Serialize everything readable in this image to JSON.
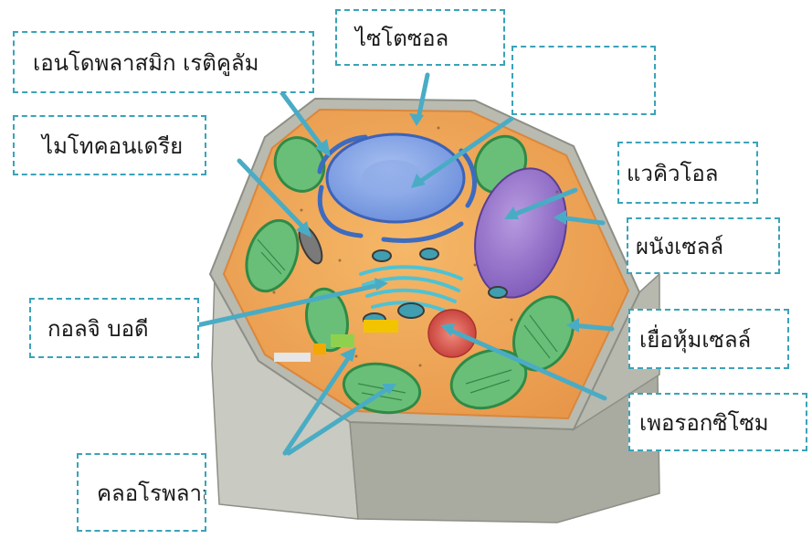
{
  "diagram": {
    "labels": {
      "smooth_er": "เอนโดพลาสมิก เรติคูลัม",
      "cytosol": "ไซโตซอล",
      "mitochondria": "ไมโทคอนเดรีย",
      "golgi": "กอลจิ บอดี",
      "chloroplast": "คลอโรพลาสต์",
      "vacuole": "แวคิวโอล",
      "cell_wall": "ผนังเซลล์",
      "cell_membrane": "เยื่อหุ้มเซลล์",
      "peroxisome": "เพอรอกซิโซม",
      "nucleus": ""
    },
    "colors": {
      "label_border": "#3aa3b8",
      "arrow": "#4aacc4",
      "cytoplasm": "#f0a955",
      "wall": "#b9bab0",
      "chloroplast": "#69bf78",
      "nucleus": "#6f92dd",
      "vacuole": "#8e6bc6",
      "golgi": "#4fc2d4",
      "peroxisome": "#d65a52"
    }
  }
}
